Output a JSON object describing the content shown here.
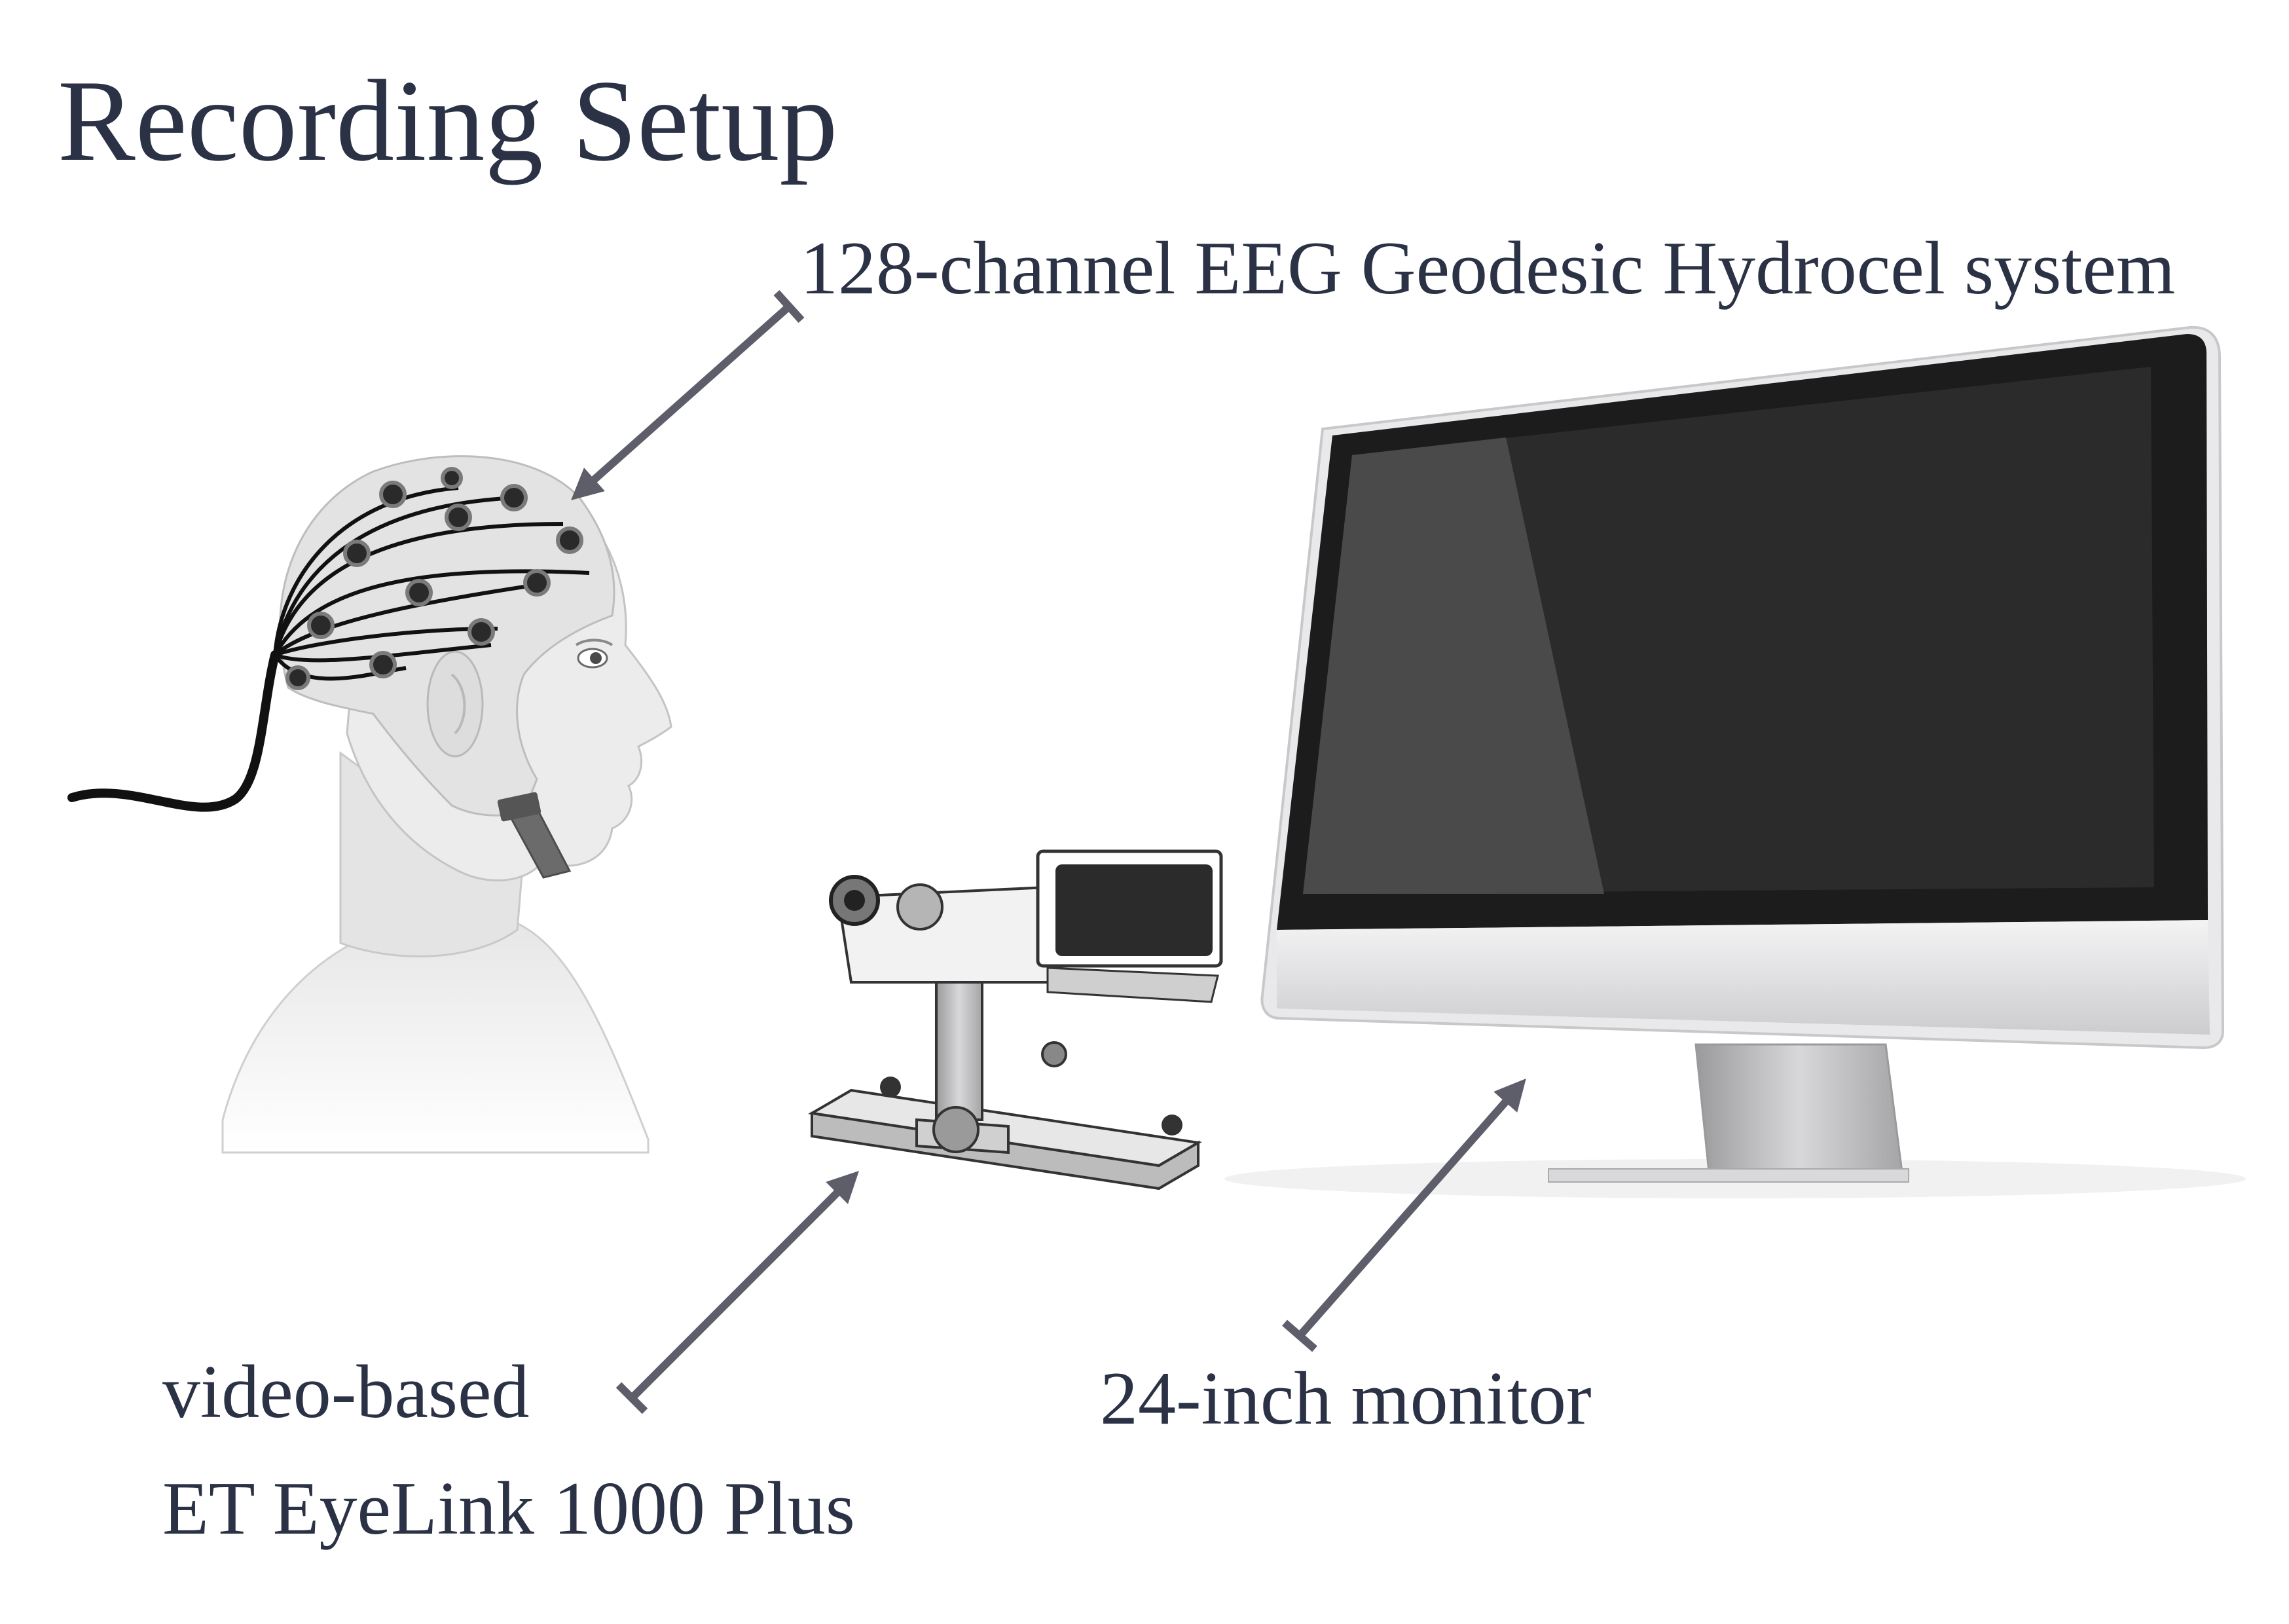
{
  "title": "Recording Setup",
  "labels": {
    "eeg": "128-channel EEG Geodesic Hydrocel system",
    "eyetracker_line1": "video-based",
    "eyetracker_line2": "ET EyeLink 1000 Plus",
    "monitor": "24-inch monitor"
  },
  "colors": {
    "text": "#2b3245",
    "arrow": "#5d5e69",
    "cap": "#e6e6e6",
    "skin": "#ececec",
    "screen": "#2a2a2a",
    "bezel": "#e8e8ea"
  }
}
